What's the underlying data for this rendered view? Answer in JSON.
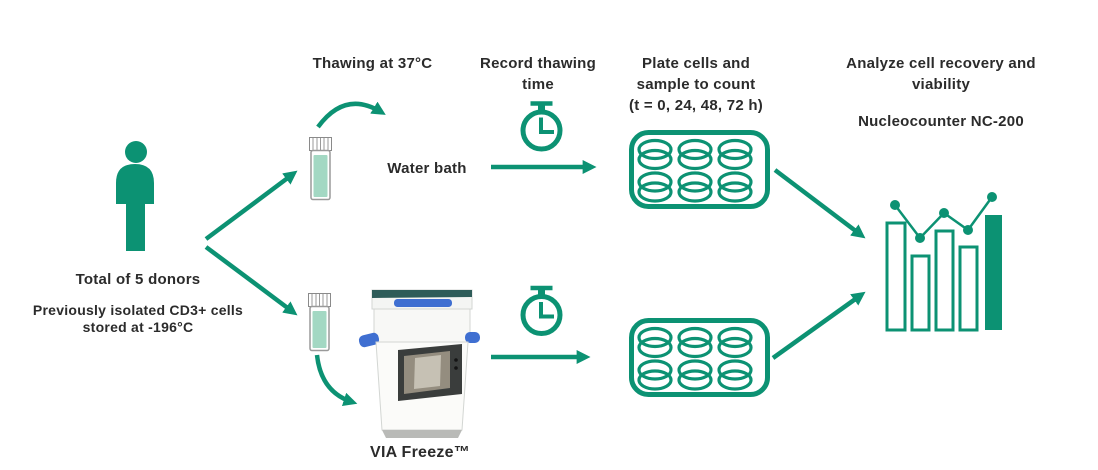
{
  "colors": {
    "brand_green": "#0C9273",
    "text_dark": "#2B2B2B",
    "vial_liquid": "#A3D8C3",
    "machine_blue": "#3F6FD1",
    "machine_teal": "#2E5C59",
    "bg": "#FFFFFF"
  },
  "donor": {
    "icon": "person-icon",
    "title": "Total of 5 donors",
    "subtitle_line1": "Previously isolated CD3+ cells",
    "subtitle_line2": "stored at -196°C"
  },
  "steps": {
    "thawing": {
      "heading": "Thawing at 37°C"
    },
    "record_time": {
      "heading_line1": "Record thawing",
      "heading_line2": "time",
      "icon": "stopwatch-icon"
    },
    "plate": {
      "heading_line1": "Plate cells and",
      "heading_line2": "sample to count",
      "heading_line3": "(t = 0, 24, 48, 72 h)",
      "icon": "six-well-plate-icon"
    },
    "analyze": {
      "heading_line1": "Analyze cell recovery and",
      "heading_line2": "viability",
      "instrument": "Nucleocounter NC-200",
      "icon": "bar-chart-icon"
    }
  },
  "branches": {
    "top": {
      "method": "Water bath",
      "sample_icon": "cryovial-icon"
    },
    "bottom": {
      "method": "VIA Freeze™",
      "sample_icon": "cryovial-icon",
      "device_icon": "via-freeze-machine"
    }
  },
  "chart_icon": {
    "type": "bar",
    "bar_relative_heights": [
      107,
      74,
      99,
      83,
      115
    ],
    "highlighted_bar_index": 4,
    "overlay_line": "zigzag-with-dots"
  }
}
